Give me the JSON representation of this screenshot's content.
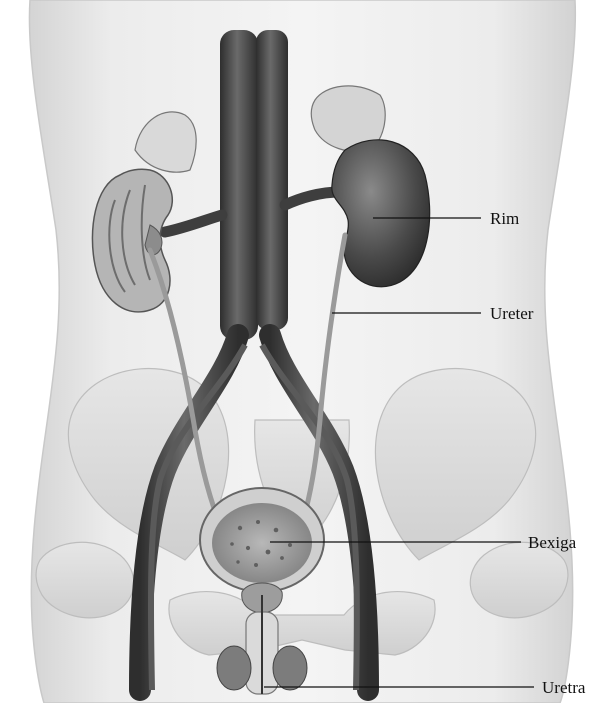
{
  "labels": {
    "kidney": "Rim",
    "ureter": "Ureter",
    "bladder": "Bexiga",
    "urethra": "Uretra"
  },
  "colors": {
    "body_fill": "#e9e9e9",
    "bone_fill": "#dcdcdc",
    "vessel_dark": "#4a4a4a",
    "kidney_dark": "#3c3c3c",
    "label_text": "#111111"
  }
}
